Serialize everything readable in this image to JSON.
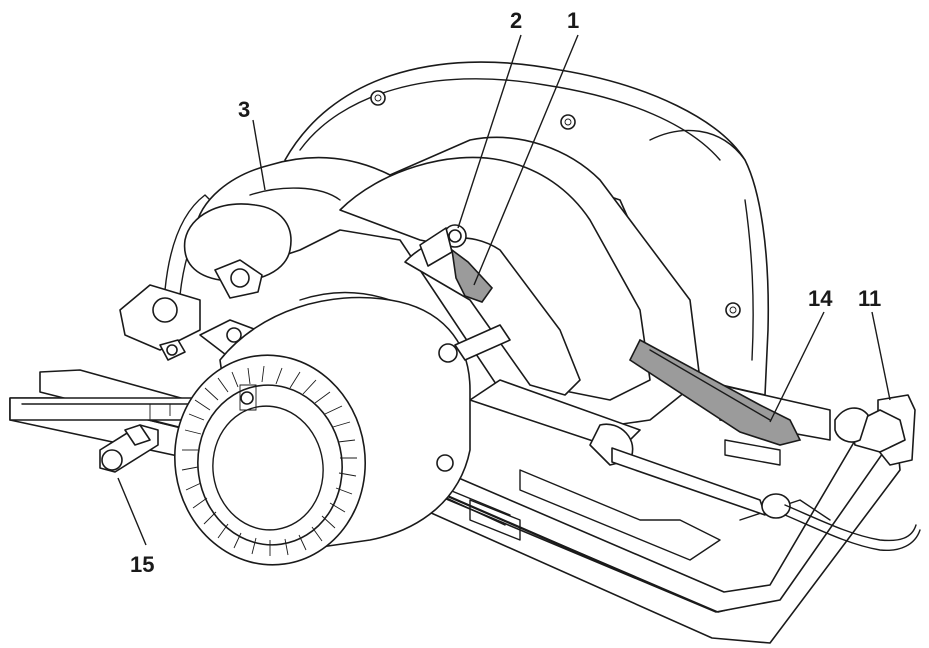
{
  "callouts": [
    {
      "id": "c1",
      "text": "1"
    },
    {
      "id": "c2",
      "text": "2"
    },
    {
      "id": "c3",
      "text": "3"
    },
    {
      "id": "c11",
      "text": "11"
    },
    {
      "id": "c14",
      "text": "14"
    },
    {
      "id": "c15",
      "text": "15"
    }
  ],
  "colors": {
    "line": "#1a1a1a",
    "highlight": "#9b9b9b",
    "background": "#ffffff"
  }
}
